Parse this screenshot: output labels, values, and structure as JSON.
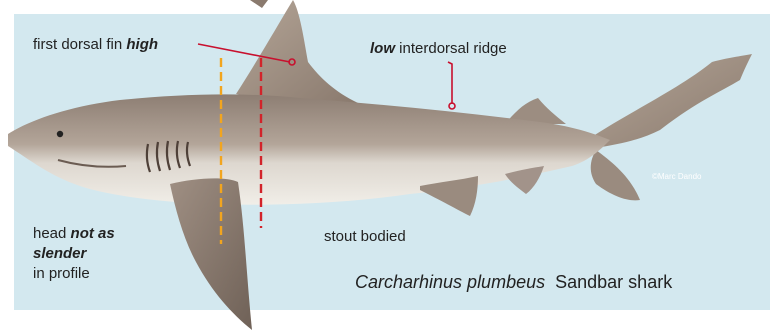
{
  "labels": {
    "dorsal_prefix": "first dorsal fin ",
    "dorsal_emphasis": "high",
    "ridge_emphasis": "low",
    "ridge_suffix": " interdorsal ridge",
    "head_line1_prefix": "head ",
    "head_line1_emphasis": "not as",
    "head_line2_emphasis": "slender",
    "head_line3": "in profile",
    "body_note": "stout bodied"
  },
  "species": {
    "scientific_name": "Carcharhinus plumbeus",
    "common_name": "Sandbar shark"
  },
  "credit": "©Marc Dando",
  "colors": {
    "background_panel": "#d3e8ef",
    "leader_line": "#c8102e",
    "orange_marker": "#f2a51e",
    "red_marker": "#d2232a",
    "shark_body": "#a39488",
    "shark_belly": "#efece6"
  }
}
